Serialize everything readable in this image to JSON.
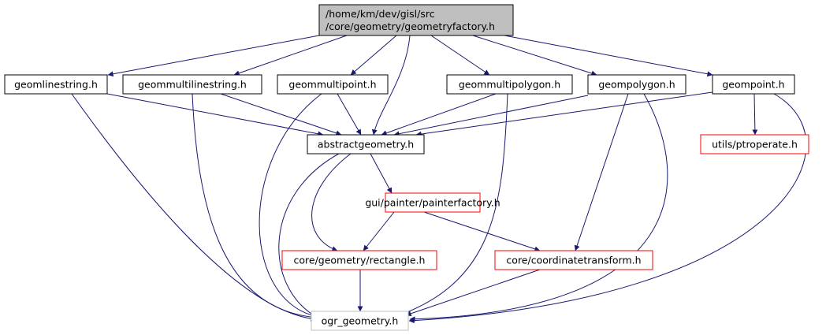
{
  "colors": {
    "edge": "#191970",
    "border_default": "#000000",
    "border_linked": "#ff0000",
    "border_missing": "#bfbfbf",
    "root_fill": "#bfbfbf",
    "node_fill": "#ffffff",
    "text": "#000000"
  },
  "nodes": [
    {
      "id": "root",
      "lines": [
        "/home/km/dev/gisl/src",
        "/core/geometry/geometryfactory.h"
      ],
      "style": "root"
    },
    {
      "id": "geomlinestring",
      "lines": [
        "geomlinestring.h"
      ],
      "style": "default"
    },
    {
      "id": "geommultilinestring",
      "lines": [
        "geommultilinestring.h"
      ],
      "style": "default"
    },
    {
      "id": "geommultipoint",
      "lines": [
        "geommultipoint.h"
      ],
      "style": "default"
    },
    {
      "id": "geommultipolygon",
      "lines": [
        "geommultipolygon.h"
      ],
      "style": "default"
    },
    {
      "id": "geompolygon",
      "lines": [
        "geompolygon.h"
      ],
      "style": "default"
    },
    {
      "id": "geompoint",
      "lines": [
        "geompoint.h"
      ],
      "style": "default"
    },
    {
      "id": "abstractgeometry",
      "lines": [
        "abstractgeometry.h"
      ],
      "style": "default"
    },
    {
      "id": "ptroperate",
      "lines": [
        "utils/ptroperate.h"
      ],
      "style": "linked"
    },
    {
      "id": "painterfactory",
      "lines": [
        "gui/painter/painterfactory.h"
      ],
      "style": "linked"
    },
    {
      "id": "rectangle",
      "lines": [
        "core/geometry/rectangle.h"
      ],
      "style": "linked"
    },
    {
      "id": "coordinatetransform",
      "lines": [
        "core/coordinatetransform.h"
      ],
      "style": "linked"
    },
    {
      "id": "ogr_geometry",
      "lines": [
        "ogr_geometry.h"
      ],
      "style": "missing"
    }
  ],
  "edges": [
    {
      "from": "root",
      "to": "geomlinestring"
    },
    {
      "from": "root",
      "to": "geommultilinestring"
    },
    {
      "from": "root",
      "to": "geommultipoint"
    },
    {
      "from": "root",
      "to": "abstractgeometry"
    },
    {
      "from": "root",
      "to": "geommultipolygon"
    },
    {
      "from": "root",
      "to": "geompolygon"
    },
    {
      "from": "root",
      "to": "geompoint"
    },
    {
      "from": "geomlinestring",
      "to": "abstractgeometry"
    },
    {
      "from": "geomlinestring",
      "to": "ogr_geometry"
    },
    {
      "from": "geommultilinestring",
      "to": "abstractgeometry"
    },
    {
      "from": "geommultilinestring",
      "to": "ogr_geometry"
    },
    {
      "from": "geommultipoint",
      "to": "abstractgeometry"
    },
    {
      "from": "geommultipoint",
      "to": "ogr_geometry"
    },
    {
      "from": "geommultipolygon",
      "to": "abstractgeometry"
    },
    {
      "from": "geommultipolygon",
      "to": "ogr_geometry"
    },
    {
      "from": "geompolygon",
      "to": "abstractgeometry"
    },
    {
      "from": "geompolygon",
      "to": "coordinatetransform"
    },
    {
      "from": "geompolygon",
      "to": "ogr_geometry"
    },
    {
      "from": "geompoint",
      "to": "abstractgeometry"
    },
    {
      "from": "geompoint",
      "to": "ptroperate"
    },
    {
      "from": "geompoint",
      "to": "ogr_geometry"
    },
    {
      "from": "abstractgeometry",
      "to": "painterfactory"
    },
    {
      "from": "abstractgeometry",
      "to": "rectangle"
    },
    {
      "from": "abstractgeometry",
      "to": "ogr_geometry"
    },
    {
      "from": "painterfactory",
      "to": "rectangle"
    },
    {
      "from": "painterfactory",
      "to": "coordinatetransform"
    },
    {
      "from": "rectangle",
      "to": "ogr_geometry"
    },
    {
      "from": "coordinatetransform",
      "to": "ogr_geometry"
    }
  ]
}
